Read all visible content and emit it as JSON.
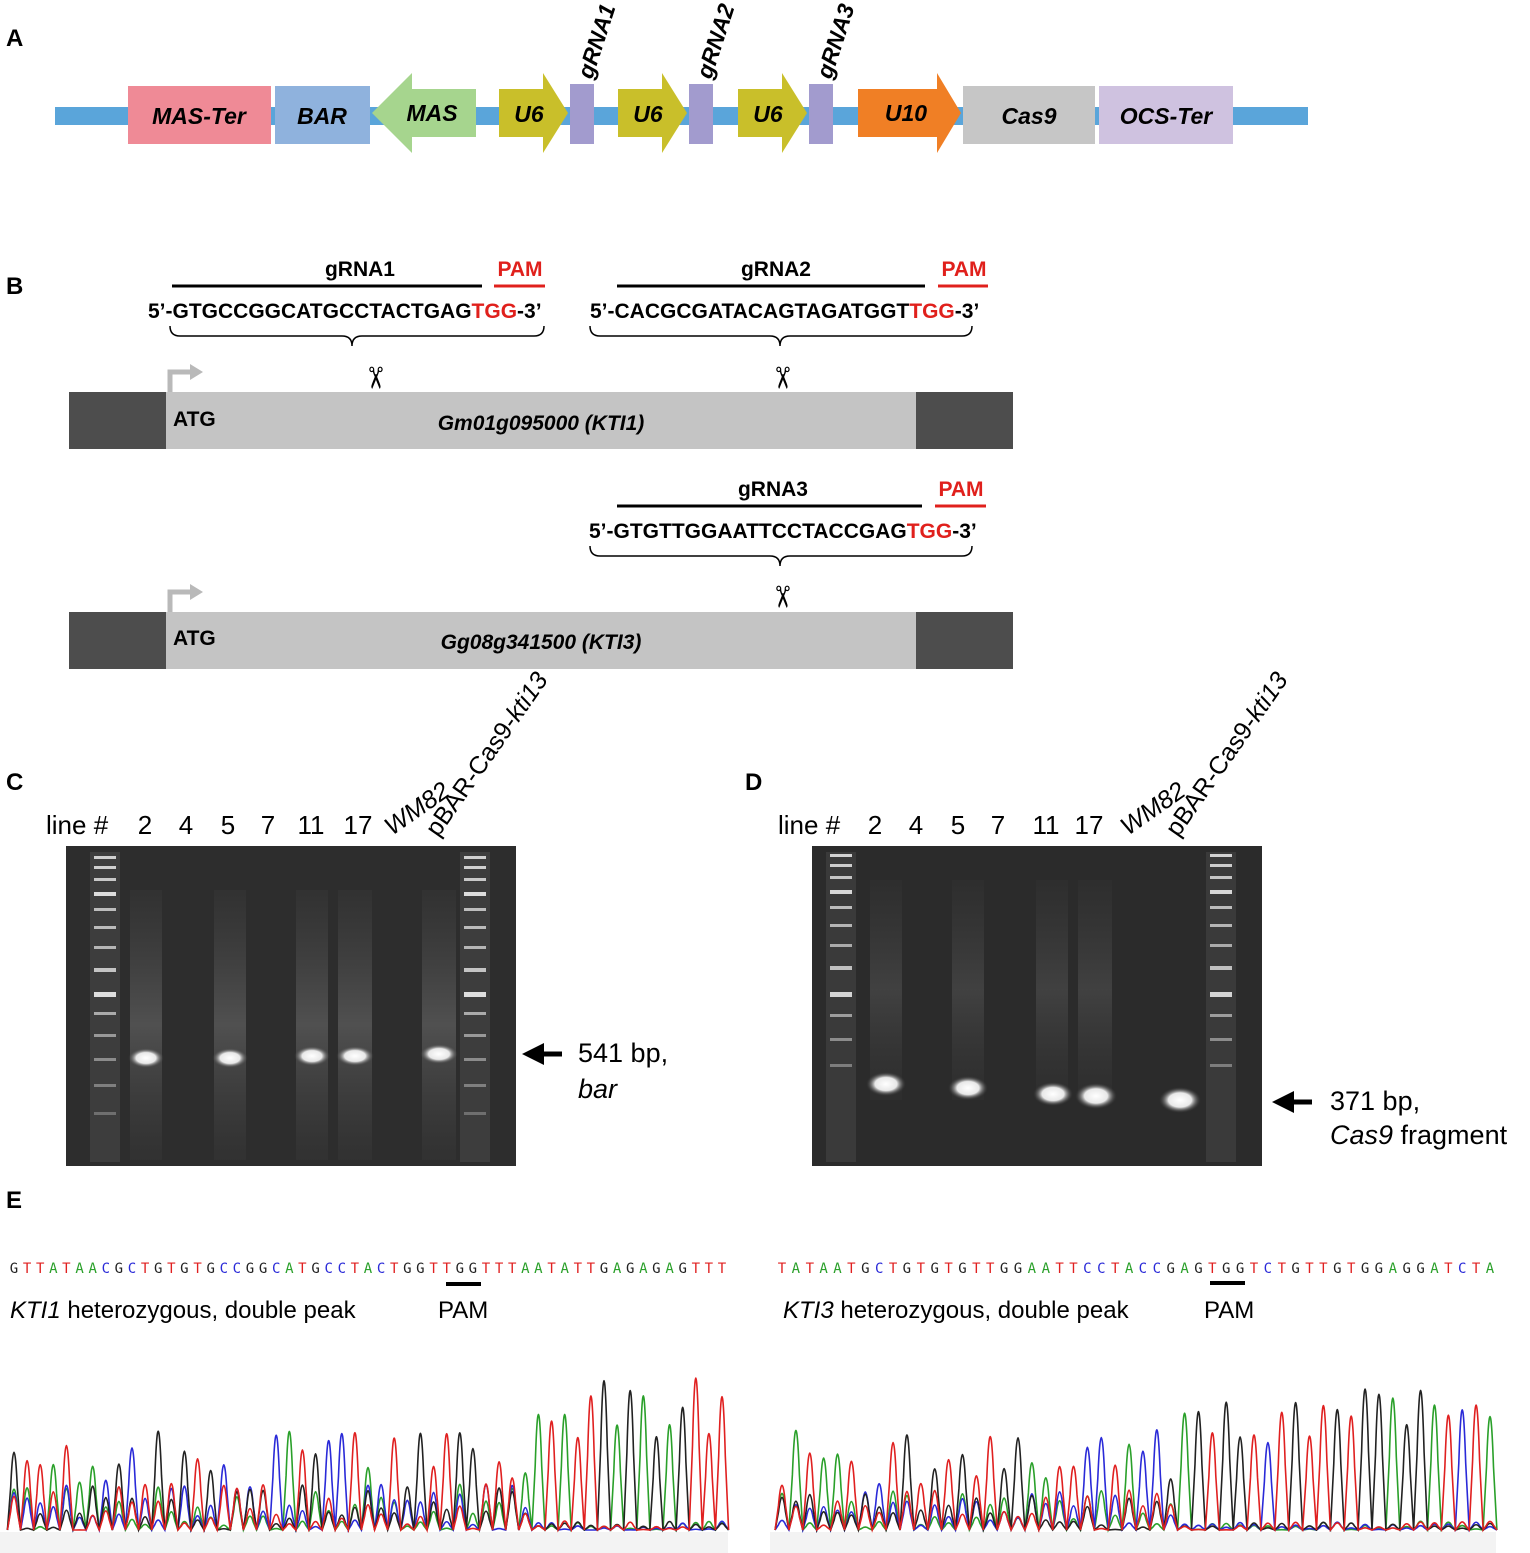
{
  "panels": {
    "A": "A",
    "B": "B",
    "C": "C",
    "D": "D",
    "E": "E"
  },
  "construct": {
    "elements": [
      {
        "label": "MAS-Ter",
        "color": "#ef8a96"
      },
      {
        "label": "BAR",
        "color": "#8fb2dd"
      },
      {
        "label": "MAS",
        "color": "#a6d58e"
      },
      {
        "label": "U6",
        "color": "#c9bf2a"
      },
      {
        "label": "U6",
        "color": "#c9bf2a"
      },
      {
        "label": "U6",
        "color": "#c9bf2a"
      },
      {
        "label": "U10",
        "color": "#f07f25"
      },
      {
        "label": "Cas9",
        "color": "#c6c6c6"
      },
      {
        "label": "OCS-Ter",
        "color": "#cfc2e0"
      }
    ],
    "grna_labels": [
      "gRNA1",
      "gRNA2",
      "gRNA3"
    ],
    "backbone_color": "#5aa5da",
    "grna_box_color": "#a29bce"
  },
  "guides": {
    "g1": {
      "name": "gRNA1",
      "pam": "PAM",
      "prefix": "5’-",
      "seq": "GTGCCGGCATGCCTACTGAG",
      "pam_seq": "TGG",
      "suffix": "-3’"
    },
    "g2": {
      "name": "gRNA2",
      "pam": "PAM",
      "prefix": "5’-",
      "seq": "CACGCGATACAGTAGATGGT",
      "pam_seq": "TGG",
      "suffix": "-3’"
    },
    "g3": {
      "name": "gRNA3",
      "pam": "PAM",
      "prefix": "5’-",
      "seq": "GTGTTGGAATTCCTACCGAG",
      "pam_seq": "TGG",
      "suffix": "-3’"
    }
  },
  "genes": {
    "gene1": {
      "atg": "ATG",
      "label": "Gm01g095000 (KTI1)"
    },
    "gene2": {
      "atg": "ATG",
      "label": "Gg08g341500 (KTI3)"
    }
  },
  "scissor_glyph": "✂",
  "gel_c": {
    "lane_header": "line #",
    "lanes": [
      "2",
      "4",
      "5",
      "7",
      "11",
      "17"
    ],
    "wt": "WM82",
    "plasmid_prefix": "pBAR-Cas9-",
    "plasmid_italic": "kti13",
    "band_size": "541 bp,",
    "band_name": "bar"
  },
  "gel_d": {
    "lane_header": "line #",
    "lanes": [
      "2",
      "4",
      "5",
      "7",
      "11",
      "17"
    ],
    "wt": "WM82",
    "plasmid_prefix": "pBAR-Cas9-",
    "plasmid_italic": "kti13",
    "band_size": "371 bp,",
    "band_name": "Cas9",
    "band_suffix": " fragment"
  },
  "chromatogram1": {
    "sequence": "GTTATAACGCTGTGTGCCGGCATGCCTACTGGTTGGTTTAATATTGAGAGAGTTT",
    "gene": "KTI1",
    "label_rest": " heterozygous, double peak",
    "pam": "PAM"
  },
  "chromatogram2": {
    "sequence": "TATAATGCTGTGTGTTGGAATTCCTACCGAGTGGTCTGTTGTGGAGGATCTA",
    "gene": "KTI3",
    "label_rest": " heterozygous, double peak",
    "pam": "PAM"
  },
  "base_colors": {
    "A": "#2aa02a",
    "C": "#2a2ad8",
    "G": "#222222",
    "T": "#e02020"
  }
}
